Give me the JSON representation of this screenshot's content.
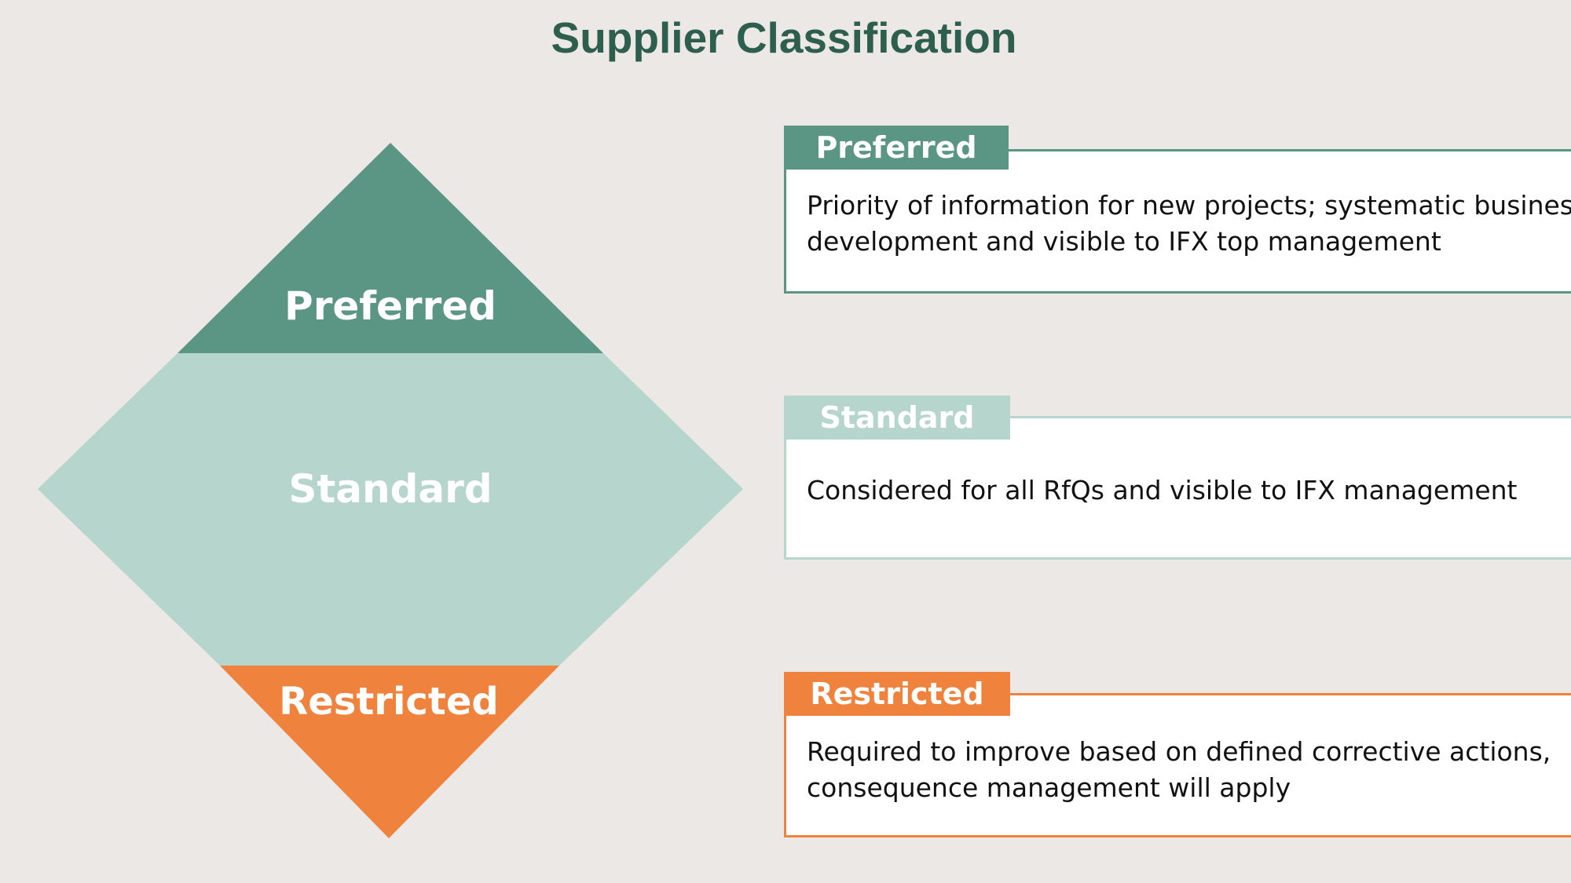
{
  "title": "Supplier Classification",
  "colors": {
    "background": "#ebe8e6",
    "title": "#2d5e4e",
    "preferred": "#5b9584",
    "standard": "#b6d5cc",
    "restricted": "#ef833d"
  },
  "levels": [
    {
      "name": "Preferred",
      "tab_label": "Preferred",
      "description": [
        "Priority of information for new projects; systematic business",
        "development and visible to IFX top management"
      ]
    },
    {
      "name": "Standard",
      "tab_label": "Standard",
      "description": [
        "Considered for all RfQs and visible to IFX management"
      ]
    },
    {
      "name": "Restricted",
      "tab_label": "Restricted",
      "description": [
        "Required to improve based on defined corrective actions,",
        "consequence management will apply"
      ]
    }
  ]
}
